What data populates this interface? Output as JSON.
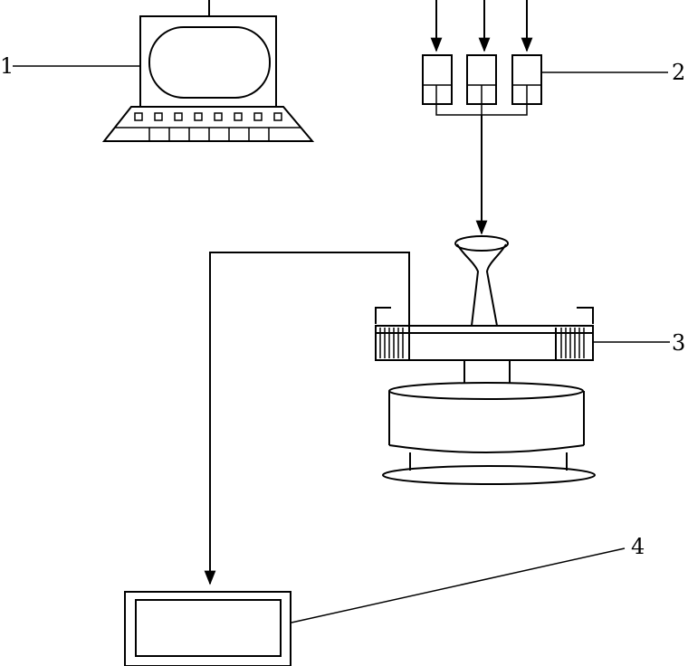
{
  "labels": {
    "computer": "1",
    "feeders": "2",
    "mixer_ring": "3",
    "display": "4"
  },
  "colors": {
    "stroke": "#000000",
    "background": "#ffffff"
  }
}
